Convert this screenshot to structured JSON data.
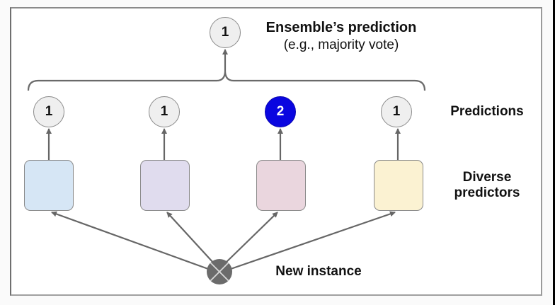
{
  "ensemble": {
    "value": "1",
    "title": "Ensemble’s prediction",
    "subtitle": "(e.g., majority vote)"
  },
  "labels": {
    "predictions": "Predictions",
    "predictors_line1": "Diverse",
    "predictors_line2": "predictors",
    "new_instance": "New instance"
  },
  "predictors": [
    {
      "prediction": "1",
      "color": "#d6e6f5",
      "highlight": false
    },
    {
      "prediction": "1",
      "color": "#e0dcee",
      "highlight": false
    },
    {
      "prediction": "2",
      "color": "#ead6de",
      "highlight": true
    },
    {
      "prediction": "1",
      "color": "#fbf2d2",
      "highlight": false
    }
  ],
  "colors": {
    "highlight": "#0a06e0",
    "node_fill": "#efefef",
    "line": "#6f6f6f",
    "instance": "#6b6b6b"
  }
}
